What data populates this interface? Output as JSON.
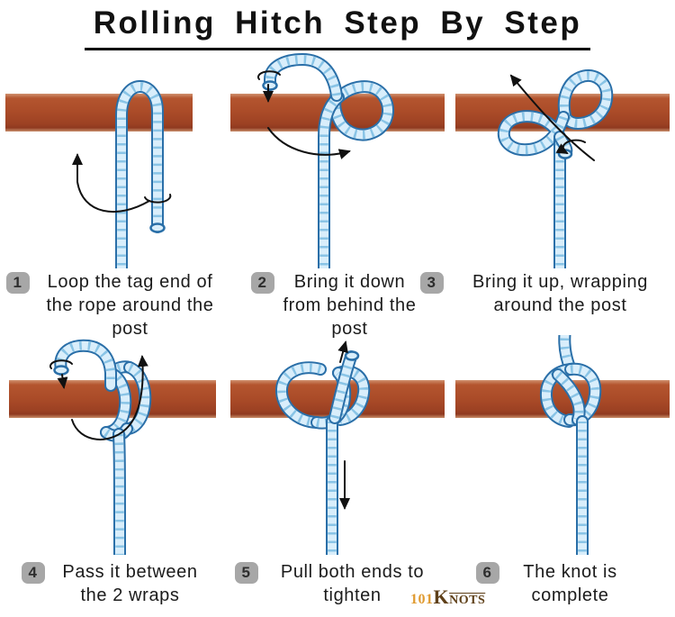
{
  "title": "Rolling Hitch Step By Step",
  "steps": [
    {
      "num": "1",
      "caption": "Loop the tag end of the rope around the post"
    },
    {
      "num": "2",
      "caption": "Bring it down from behind the post"
    },
    {
      "num": "3",
      "caption": "Bring it up, wrapping around the post"
    },
    {
      "num": "4",
      "caption": "Pass it between the 2 wraps"
    },
    {
      "num": "5",
      "caption": "Pull both ends to tighten"
    },
    {
      "num": "6",
      "caption": "The knot is complete"
    }
  ],
  "logo": {
    "prefix": "101",
    "k": "K",
    "rest": "NOTS"
  },
  "colors": {
    "rope_fill": "#d9eefb",
    "rope_outline": "#2a6fa8",
    "rope_band": "#7fbfe3",
    "post": "#b0502c",
    "badge_bg": "#a7a7a7",
    "badge_text": "#2e2e2e",
    "arrow": "#111111",
    "text": "#1b1b1b",
    "logo_gold": "#e09b31",
    "logo_brown": "#5f4019"
  }
}
